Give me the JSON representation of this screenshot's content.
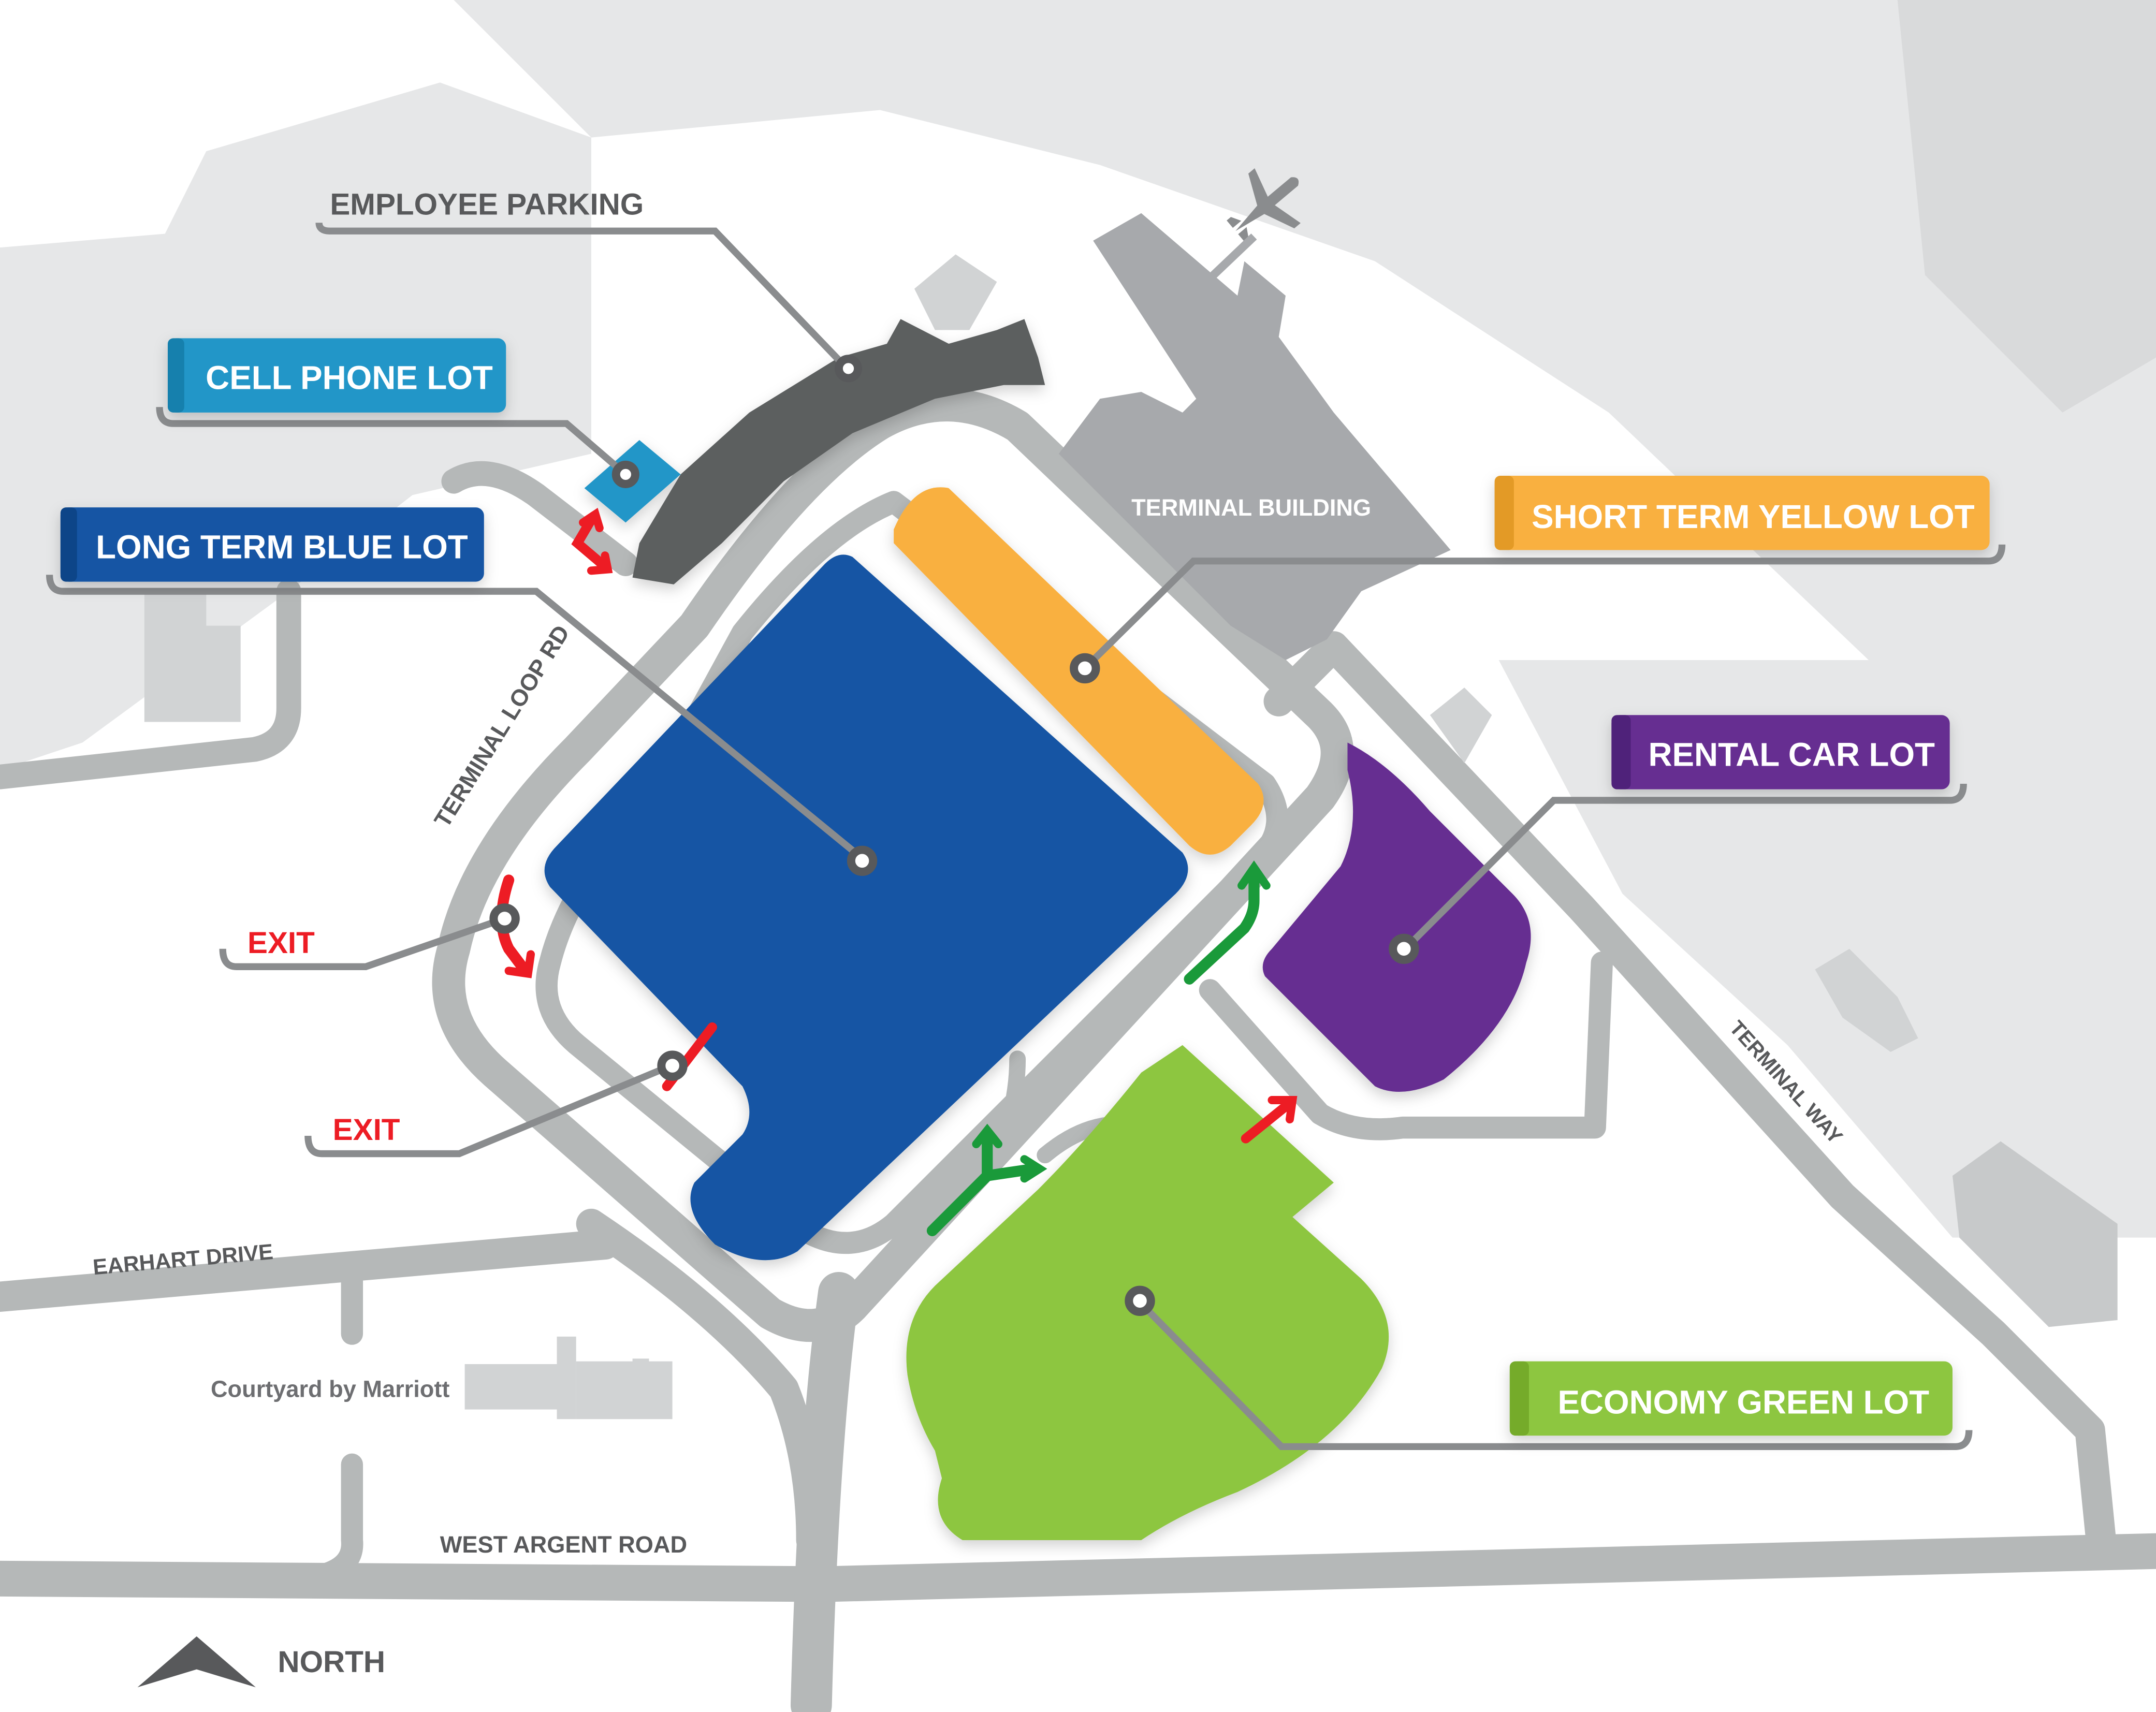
{
  "colors": {
    "ground": "#e6e7e8",
    "road": "#b5b8b8",
    "building": "#a7a9ac",
    "employee": "#5b5e5f",
    "cell_phone": "#2196c8",
    "long_term_blue": "#1455a4",
    "short_term_yellow": "#f9b040",
    "rental_car": "#662d91",
    "economy_green": "#8dc63f",
    "exit_red": "#ed1c24",
    "entry_green": "#1a9a3a",
    "label_gray": "#58595b"
  },
  "lots": {
    "employee": {
      "label": "EMPLOYEE PARKING"
    },
    "cell_phone": {
      "label": "CELL PHONE LOT"
    },
    "long_term_blue": {
      "label": "LONG TERM BLUE LOT"
    },
    "short_term_yellow": {
      "label": "SHORT TERM YELLOW LOT"
    },
    "rental_car": {
      "label": "RENTAL CAR LOT"
    },
    "economy_green": {
      "label": "ECONOMY GREEN LOT"
    }
  },
  "buildings": {
    "terminal": {
      "label": "TERMINAL BUILDING"
    },
    "hotel": {
      "label": "Courtyard by Marriott"
    }
  },
  "roads": {
    "terminal_loop": "TERMINAL LOOP RD",
    "terminal_way": "TERMINAL WAY",
    "earhart": "EARHART DRIVE",
    "west_argent": "WEST ARGENT ROAD"
  },
  "exits": [
    {
      "label": "EXIT"
    },
    {
      "label": "EXIT"
    }
  ],
  "compass": {
    "label": "NORTH",
    "icon": "north-arrow-icon"
  },
  "icons": {
    "airplane": "airplane-icon"
  }
}
